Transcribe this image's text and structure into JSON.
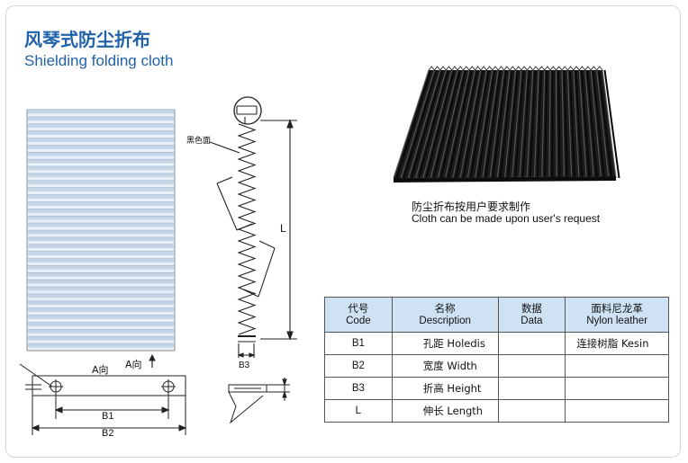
{
  "title": {
    "cn": "风琴式防尘折布",
    "en": "Shielding folding cloth"
  },
  "caption": {
    "cn": "防尘折布按用户要求制作",
    "en": "Cloth can be made upon user's request"
  },
  "drawing_labels": {
    "black_cloth": "黑色面",
    "length": "L",
    "a_dir_left": "A向",
    "a_dir_right": "A向",
    "b1": "B1",
    "b2": "B2",
    "b3": "B3"
  },
  "table": {
    "headers": [
      {
        "cn": "代号",
        "en": "Code"
      },
      {
        "cn": "名称",
        "en": "Description"
      },
      {
        "cn": "数据",
        "en": "Data"
      },
      {
        "cn": "面料尼龙革",
        "en": "Nylon leather"
      }
    ],
    "rows": [
      {
        "code": "B1",
        "desc": "孔距  Holedis",
        "data": "",
        "nylon": "连接树脂  Kesin"
      },
      {
        "code": "B2",
        "desc": "宽度  Width",
        "data": "",
        "nylon": ""
      },
      {
        "code": "B3",
        "desc": "折高  Height",
        "data": "",
        "nylon": ""
      },
      {
        "code": "L",
        "desc": "伸长  Length",
        "data": "",
        "nylon": ""
      }
    ]
  },
  "colors": {
    "title": "#1f62a8",
    "table_header": "#cfe2f3",
    "panel_stripe": "#c4d5e6"
  }
}
